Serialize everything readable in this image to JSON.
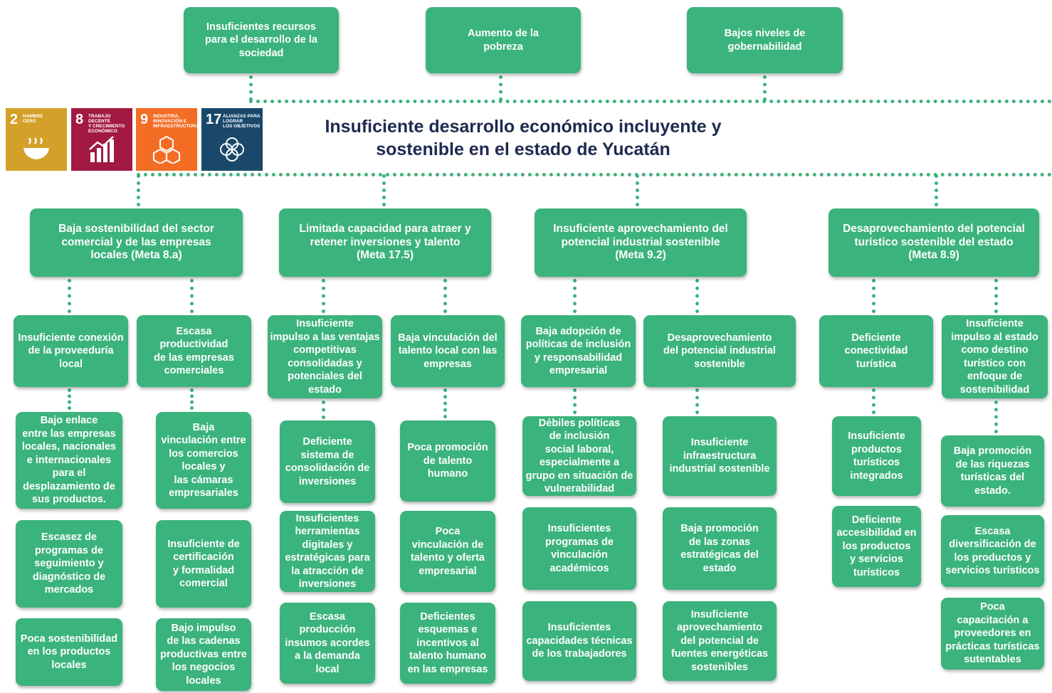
{
  "colors": {
    "box": "#3bb37c",
    "title": "#1e2a4f"
  },
  "effects": [
    "Insuficientes recursos\npara el desarrollo de la\nsociedad",
    "Aumento de la\npobreza",
    "Bajos niveles de\ngobernabilidad"
  ],
  "title": "Insuficiente desarrollo económico incluyente y\nsostenible en el estado de Yucatán",
  "sdgs": [
    {
      "number": "2",
      "label": "Hambre\ncero",
      "color": "#d3a029",
      "icon": "bowl-icon"
    },
    {
      "number": "8",
      "label": "Trabajo decente\ny crecimiento\neconómico",
      "color": "#a21942",
      "icon": "growth-chart-icon"
    },
    {
      "number": "9",
      "label": "Industria,\ninnovación e\ninfraestructura",
      "color": "#f36d25",
      "icon": "cubes-icon"
    },
    {
      "number": "17",
      "label": "Alianzas para\nlograr\nlos objetivos",
      "color": "#19486a",
      "icon": "rings-icon"
    }
  ],
  "causes": [
    {
      "title": "Baja sostenibilidad del sector\ncomercial y de las empresas\nlocales (Meta 8.a)",
      "subs": [
        {
          "title": "Insuficiente conexión\nde la proveeduría\nlocal",
          "items": [
            "Bajo enlace\nentre las empresas\nlocales, nacionales\ne internacionales\npara el\ndesplazamiento de\nsus productos.",
            "Escasez de\nprogramas de\nseguimiento y\ndiagnóstico de\nmercados",
            "Poca sostenibilidad\nen los productos\nlocales"
          ]
        },
        {
          "title": "Escasa\nproductividad\nde las empresas\ncomerciales",
          "items": [
            "Baja\nvinculación entre\nlos comercios\nlocales y\nlas cámaras\nempresariales",
            "Insuficiente de\ncertificación\ny formalidad\ncomercial",
            "Bajo impulso\nde las cadenas\nproductivas entre\nlos negocios\nlocales"
          ]
        }
      ]
    },
    {
      "title": "Limitada capacidad para atraer y\nretener inversiones y talento\n(Meta 17.5)",
      "subs": [
        {
          "title": "Insuficiente\nimpulso a las ventajas\ncompetitivas\nconsolidadas y\npotenciales del\nestado",
          "items": [
            "Deficiente\nsistema de\nconsolidación de\ninversiones",
            "Insuficientes\nherramientas\ndigitales y\nestratégicas para\nla atracción de\ninversiones",
            "Escasa\nproducción\ninsumos acordes\na la demanda\nlocal"
          ]
        },
        {
          "title": "Baja vinculación del\ntalento local con las\nempresas",
          "items": [
            "Poca promoción\nde talento\nhumano",
            "Poca\nvinculación de\ntalento y oferta\nempresarial",
            "Deficientes\nesquemas e\nincentivos al\ntalento humano\nen las empresas"
          ]
        }
      ]
    },
    {
      "title": "Insuficiente aprovechamiento del\npotencial industrial sostenible\n(Meta 9.2)",
      "subs": [
        {
          "title": "Baja adopción de\npolíticas de inclusión\ny responsabilidad\nempresarial",
          "items": [
            "Débiles políticas\nde inclusión\nsocial laboral,\nespecialmente a\ngrupo en situación de\nvulnerabilidad",
            "Insuficientes\nprogramas de\nvinculación\nacadémicos",
            "Insuficientes\ncapacidades técnicas\nde los trabajadores"
          ]
        },
        {
          "title": "Desaprovechamiento\ndel potencial industrial\nsostenible",
          "items": [
            "Insuficiente\ninfraestructura\nindustrial sostenible",
            "Baja promoción\nde las  zonas\nestratégicas del\nestado",
            "Insuficiente\naprovechamiento\ndel potencial de\nfuentes energéticas\nsostenibles"
          ]
        }
      ]
    },
    {
      "title": "Desaprovechamiento del potencial\nturístico sostenible del estado\n(Meta 8.9)",
      "subs": [
        {
          "title": "Deficiente\nconectividad\nturística",
          "items": [
            "Insuficiente\nproductos\nturísticos\nintegrados",
            "Deficiente\naccesibilidad en\nlos productos\ny servicios\nturísticos"
          ]
        },
        {
          "title": "Insuficiente\nimpulso al estado\ncomo destino\nturístico con\nenfoque de\nsostenibilidad",
          "items": [
            "Baja promoción\nde las riquezas\nturísticas del\nestado.",
            "Escasa\ndiversificación de\nlos productos y\nservicios turísticos",
            "Poca\ncapacitación a\nproveedores en\nprácticas turísticas\nsutentables"
          ]
        }
      ]
    }
  ]
}
